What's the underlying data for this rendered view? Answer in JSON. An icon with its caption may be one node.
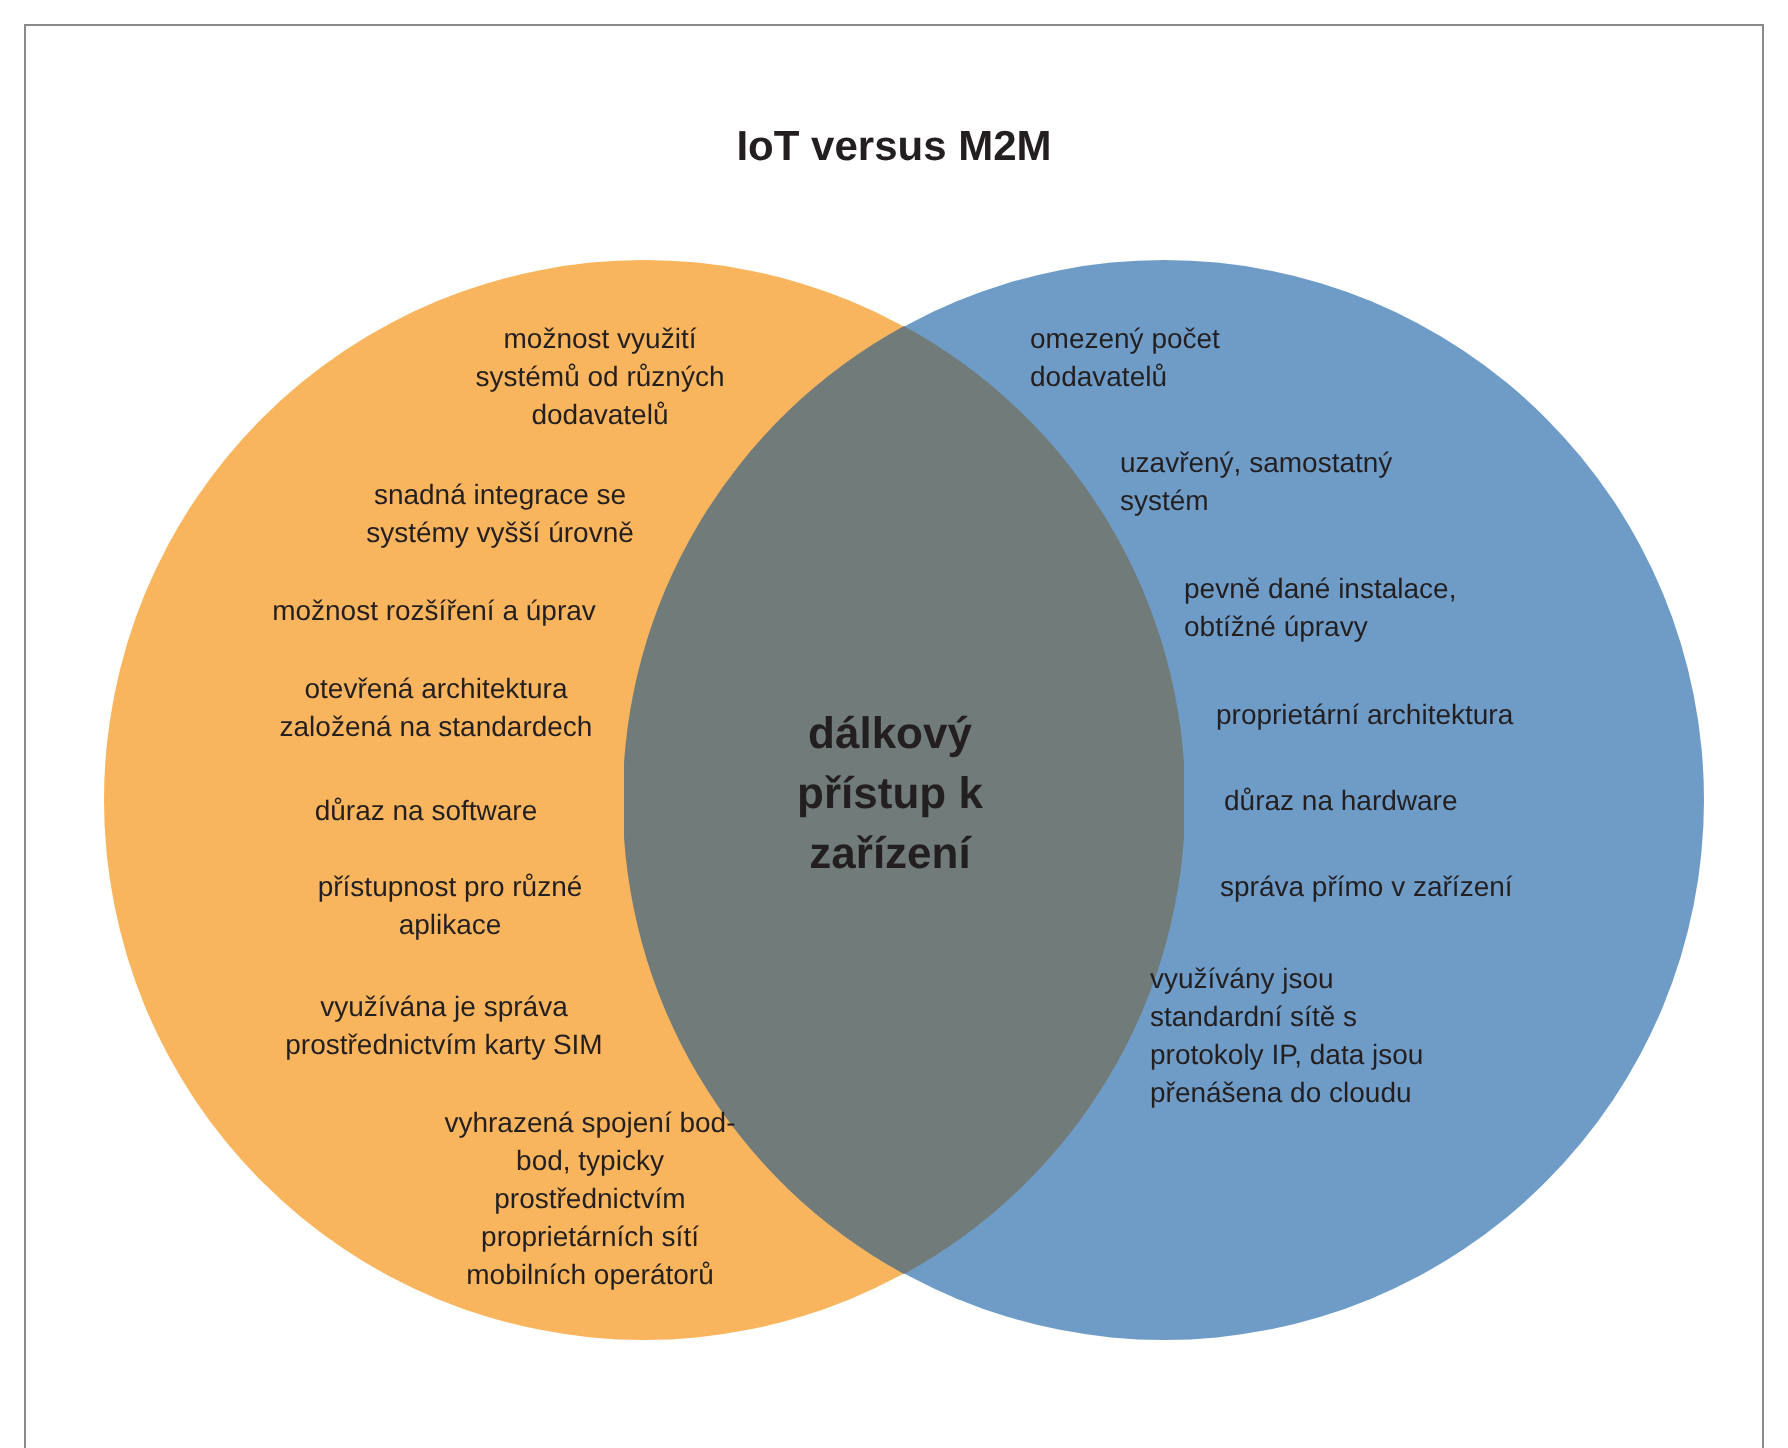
{
  "diagram": {
    "title": "IoT versus M2M",
    "nodes": [
      {
        "text": [
          "možnost využití systémů od různých dodavatelů",
          "snadná integrace se systémy vyšší úrovně",
          "možnost rozšíření a úprav",
          "otevřená architektura založená na standardech",
          "důraz na software",
          "přístupnost pro různé aplikace",
          "využívána je správa prostřednictvím karty SIM",
          "vyhrazená spojení bod-bod, typicky prostřednictvím proprietárních sítí mobilních operátorů"
        ]
      },
      {
        "text": [
          "omezený počet dodavatelů",
          "uzavřený, samostatný systém",
          "pevně dané instalace, obtížné úpravy",
          "proprietární architektura",
          "důraz na hardware",
          "správa přímo v zařízení",
          "využívány jsou standardní sítě s protokoly IP, data jsou přenášena do cloudu"
        ]
      },
      {
        "text": [
          "dálkový přístup k zařízení"
        ]
      }
    ]
  }
}
